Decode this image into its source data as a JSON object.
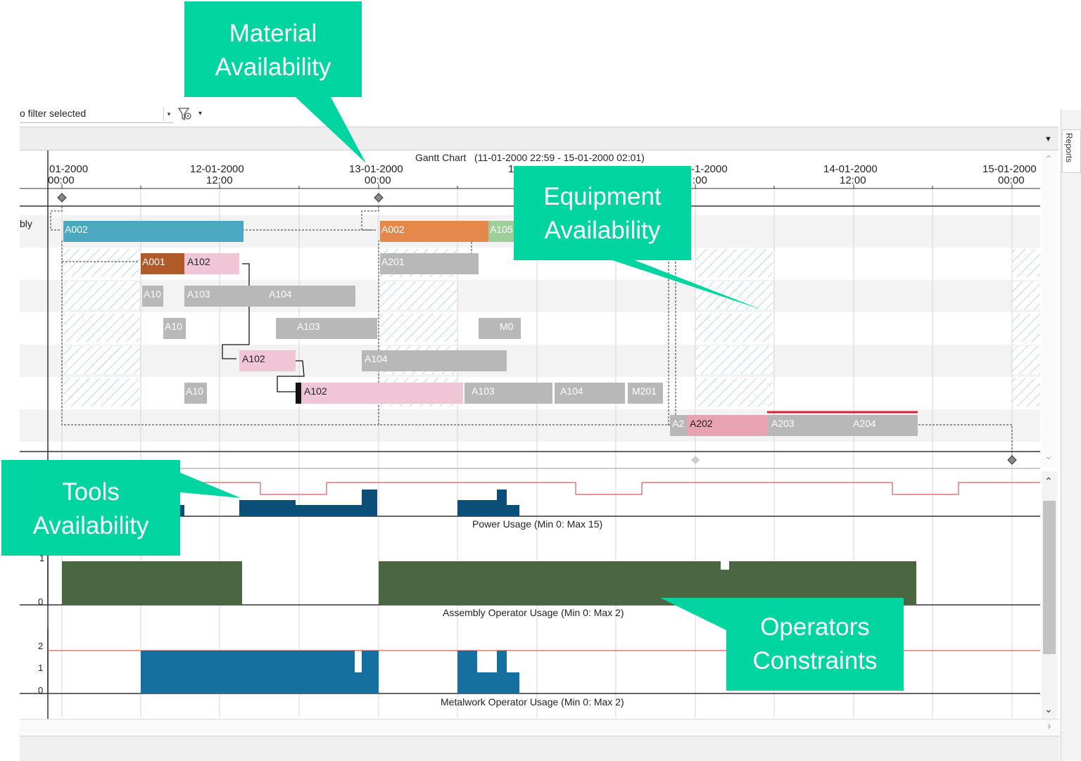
{
  "toolbar": {
    "filter_text": "o filter selected",
    "dropdown_glyph": "▾",
    "filter_icon": "filter-settings-icon",
    "overflow_glyph": "▾"
  },
  "gantt": {
    "title": "Gantt Chart   (11-01-2000 22:59 - 15-01-2000 02:01)",
    "row_label": "bly",
    "time_ticks": [
      {
        "date": "01-2000",
        "time": "00:00"
      },
      {
        "date": "12-01-2000",
        "time": "12:00"
      },
      {
        "date": "13-01-2000",
        "time": "00:00"
      },
      {
        "date": "1",
        "time": ""
      },
      {
        "date": "-1-2000",
        "time": ":00"
      },
      {
        "date": "14-01-2000",
        "time": "12:00"
      },
      {
        "date": "15-01-2000",
        "time": "00:00"
      }
    ],
    "bars": [
      {
        "label": "A002",
        "color": "#4ba8c0"
      },
      {
        "label": "A002",
        "color": "#e5884b"
      },
      {
        "label": "A105",
        "color": "#9fcf98"
      },
      {
        "label": "A001",
        "color": "#b05a2a"
      },
      {
        "label": "A102",
        "color": "#f0c6d6"
      },
      {
        "label": "A201",
        "color": "#b8b8b8"
      },
      {
        "label": "A10",
        "color": "#b8b8b8"
      },
      {
        "label": "A103",
        "color": "#b8b8b8"
      },
      {
        "label": "A104",
        "color": "#b8b8b8"
      },
      {
        "label": "A10",
        "color": "#b8b8b8"
      },
      {
        "label": "A103",
        "color": "#b8b8b8"
      },
      {
        "label": "M0",
        "color": "#b8b8b8"
      },
      {
        "label": "A102",
        "color": "#f0c6d6"
      },
      {
        "label": "A104",
        "color": "#b8b8b8"
      },
      {
        "label": "A10",
        "color": "#b8b8b8"
      },
      {
        "label": "A102",
        "color": "#f0c6d6"
      },
      {
        "label": "A103",
        "color": "#b8b8b8"
      },
      {
        "label": "A104",
        "color": "#b8b8b8"
      },
      {
        "label": "M201",
        "color": "#b8b8b8"
      },
      {
        "label": "A2",
        "color": "#b8b8b8"
      },
      {
        "label": "A202",
        "color": "#e8a3b3"
      },
      {
        "label": "A203",
        "color": "#b8b8b8"
      },
      {
        "label": "A204",
        "color": "#b8b8b8"
      }
    ]
  },
  "resource_charts": [
    {
      "caption": "Power Usage (Min 0: Max 15)",
      "fill": "#0b4f78",
      "limit_color": "#e05a5a"
    },
    {
      "caption": "Assembly Operator Usage (Min 0: Max 2)",
      "fill": "#4a6741",
      "y_ticks": [
        "1",
        "0"
      ]
    },
    {
      "caption": "Metalwork Operator Usage (Min 0: Max 2)",
      "fill": "#1570a0",
      "limit_color": "#e05a5a",
      "y_ticks": [
        "2",
        "1",
        "0"
      ]
    }
  ],
  "callouts": {
    "material": {
      "line1": "Material",
      "line2": "Availability"
    },
    "equipment": {
      "line1": "Equipment",
      "line2": "Availability"
    },
    "tools": {
      "line1": "Tools",
      "line2": "Availability"
    },
    "operators": {
      "line1": "Operators",
      "line2": "Constraints"
    },
    "color": "#00d4a0"
  },
  "side_panel": {
    "reports_label": "Reports"
  },
  "scroll": {
    "up_glyph": "⌃",
    "down_glyph": "⌄",
    "right_glyph": "›"
  }
}
